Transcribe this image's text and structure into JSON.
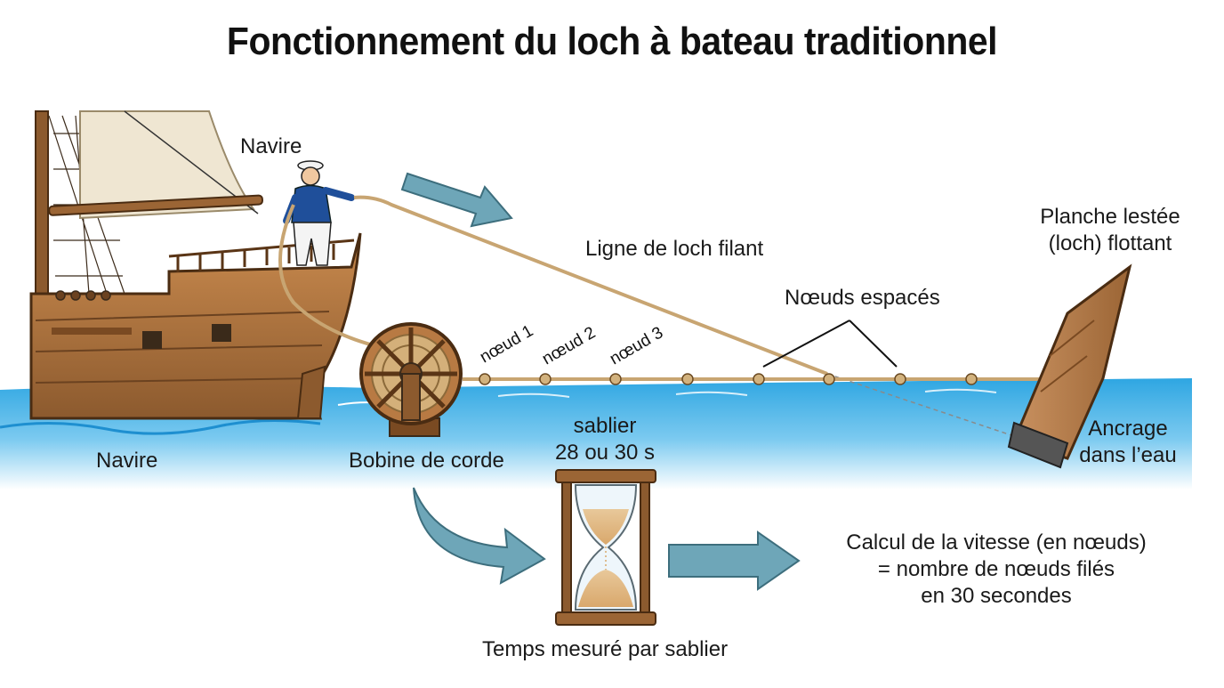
{
  "title": "Fonctionnement du loch à bateau traditionnel",
  "labels": {
    "ship_top": "Navire",
    "ship_bottom": "Navire",
    "log_line": "Ligne de loch filant",
    "knots_spaced": "Nœuds espacés",
    "board_line1": "Planche lestée",
    "board_line2": "(loch) flottant",
    "anchor_line1": "Ancrage",
    "anchor_line2": "dans l’eau",
    "reel": "Bobine de corde",
    "hourglass_line1": "sablier",
    "hourglass_line2": "28 ou 30 s",
    "time_measured": "Temps mesuré par sablier",
    "calc_line1": "Calcul de la vitesse (en nœuds)",
    "calc_line2": "= nombre de nœuds filés",
    "calc_line3": "en 30 secondes"
  },
  "knot_labels": [
    "nœud 1",
    "nœud 2",
    "nœud 3"
  ],
  "icons": [
    "ship-icon",
    "sailor-icon",
    "rope-reel-icon",
    "hourglass-icon",
    "weighted-board-icon",
    "flow-arrow-icon"
  ],
  "colors": {
    "water": "#3fb0e6",
    "water_light": "#bfe6f8",
    "wood": "#b87a43",
    "wood_dark": "#7a4a22",
    "rope": "#c8a572",
    "arrow": "#6ea6b8",
    "sail": "#efe6d2"
  }
}
